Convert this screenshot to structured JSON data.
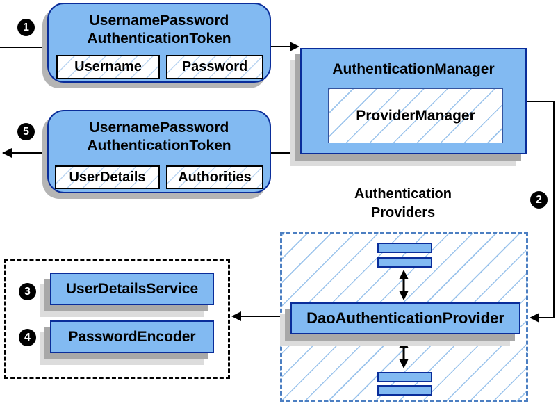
{
  "palette": {
    "box_fill": "#82baf2",
    "box_border": "#0a2d9a",
    "hatch_line": "#9cc4ec",
    "providers_dash_border": "#4c7fc2",
    "shadow_dark": "#a8a8a8",
    "shadow_light": "#dcdcdc",
    "connector": "#000000"
  },
  "step_badges": {
    "one": "1",
    "two": "2",
    "three": "3",
    "four": "4",
    "five": "5"
  },
  "request_token": {
    "title_line1": "UsernamePassword",
    "title_line2": "AuthenticationToken",
    "fields": [
      "Username",
      "Password"
    ]
  },
  "auth_manager": {
    "title": "AuthenticationManager",
    "inner_label": "ProviderManager"
  },
  "result_token": {
    "title_line1": "UsernamePassword",
    "title_line2": "AuthenticationToken",
    "fields": [
      "UserDetails",
      "Authorities"
    ]
  },
  "providers_group": {
    "heading_line1": "Authentication",
    "heading_line2": "Providers",
    "provider_label": "DaoAuthenticationProvider"
  },
  "collaborators": {
    "user_details_service": "UserDetailsService",
    "password_encoder": "PasswordEncoder"
  }
}
